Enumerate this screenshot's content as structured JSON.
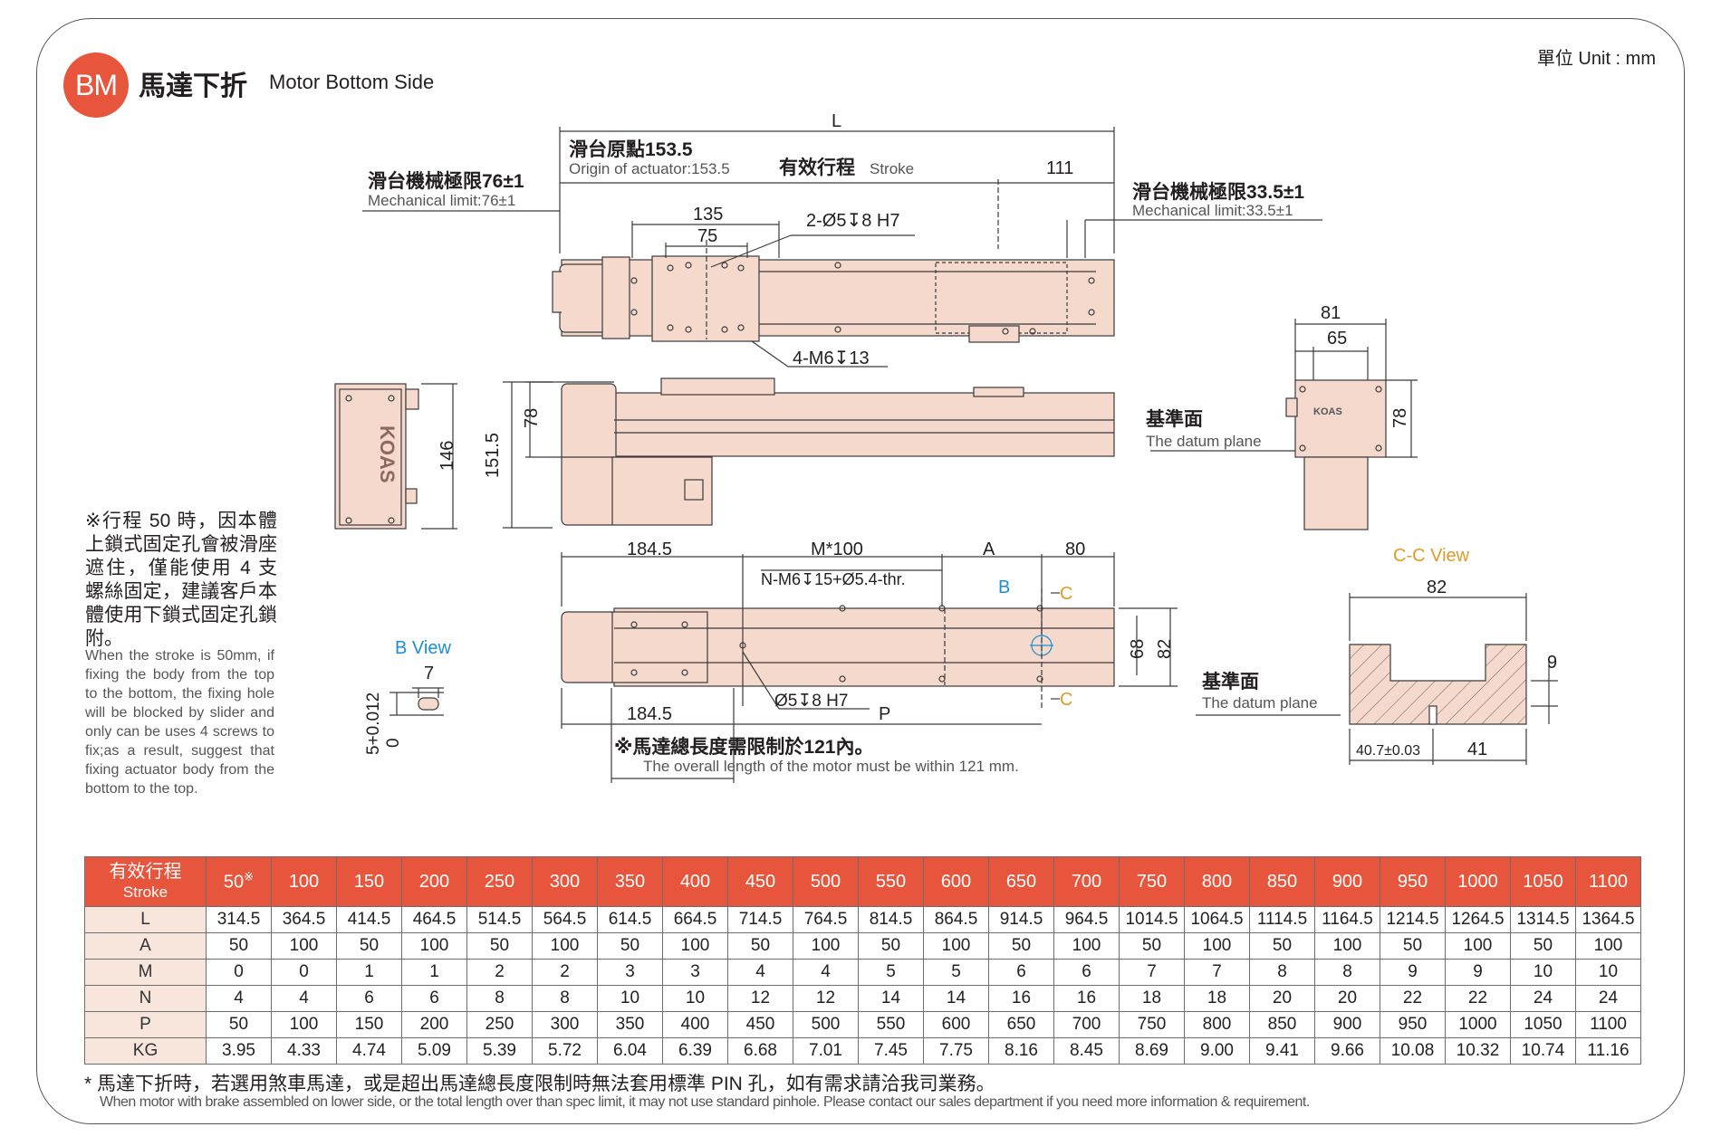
{
  "header": {
    "badge": "BM",
    "title_zh": "馬達下折",
    "title_en": "Motor Bottom Side",
    "unit": "單位 Unit : mm"
  },
  "drawing": {
    "dim_L": "L",
    "origin_zh": "滑台原點153.5",
    "origin_en": "Origin of actuator:153.5",
    "stroke_zh": "有效行程",
    "stroke_en": "Stroke",
    "dim_111": "111",
    "mech_left_zh": "滑台機械極限76±1",
    "mech_left_en": "Mechanical limit:76±1",
    "mech_right_zh": "滑台機械極限33.5±1",
    "mech_right_en": "Mechanical limit:33.5±1",
    "dim_135": "135",
    "dim_75": "75",
    "hole_2": "2-Ø5↧8 H7",
    "hole_4": "4-M6↧13",
    "dim_146": "146",
    "dim_151_5": "151.5",
    "dim_78_side": "78",
    "datum_zh": "基準面",
    "datum_en": "The datum plane",
    "dim_81": "81",
    "dim_65": "65",
    "dim_78_end": "78",
    "dim_184_5_top": "184.5",
    "dim_M100": "M*100",
    "dim_A": "A",
    "dim_80": "80",
    "hole_N": "N-M6↧15+Ø5.4-thr.",
    "mark_B": "B",
    "mark_C1": "C",
    "mark_C2": "C",
    "dim_68": "68",
    "dim_82_side": "82",
    "dim_184_5_bot": "184.5",
    "hole_pin": "Ø5↧8 H7",
    "dim_P": "P",
    "motor_note_zh": "※馬達總長度需限制於121內。",
    "motor_note_en": "The overall length of the motor must be within 121 mm.",
    "bview_title": "B View",
    "bview_7": "7",
    "bview_tol": "5+0.012",
    "bview_0": "0",
    "ccview_title": "C-C View",
    "cc_82": "82",
    "cc_9": "9",
    "cc_40_7": "40.7±0.03",
    "cc_41": "41",
    "logo": "KOAS"
  },
  "notes": {
    "zh": "※行程 50 時，因本體上鎖式固定孔會被滑座遮住，僅能使用 4 支螺絲固定，建議客戶本體使用下鎖式固定孔鎖附。",
    "en": "When the stroke is 50mm, if fixing the body from the top to the bottom, the fixing hole will be blocked by slider and only can be uses 4 screws to fix;as a result, suggest that fixing actuator body from the bottom to the top."
  },
  "table": {
    "stroke_label_zh": "有效行程",
    "stroke_label_en": "Stroke",
    "first_mark": "※",
    "strokes": [
      "50",
      "100",
      "150",
      "200",
      "250",
      "300",
      "350",
      "400",
      "450",
      "500",
      "550",
      "600",
      "650",
      "700",
      "750",
      "800",
      "850",
      "900",
      "950",
      "1000",
      "1050",
      "1100"
    ],
    "rows": [
      {
        "label": "L",
        "values": [
          "314.5",
          "364.5",
          "414.5",
          "464.5",
          "514.5",
          "564.5",
          "614.5",
          "664.5",
          "714.5",
          "764.5",
          "814.5",
          "864.5",
          "914.5",
          "964.5",
          "1014.5",
          "1064.5",
          "1114.5",
          "1164.5",
          "1214.5",
          "1264.5",
          "1314.5",
          "1364.5"
        ]
      },
      {
        "label": "A",
        "values": [
          "50",
          "100",
          "50",
          "100",
          "50",
          "100",
          "50",
          "100",
          "50",
          "100",
          "50",
          "100",
          "50",
          "100",
          "50",
          "100",
          "50",
          "100",
          "50",
          "100",
          "50",
          "100"
        ]
      },
      {
        "label": "M",
        "values": [
          "0",
          "0",
          "1",
          "1",
          "2",
          "2",
          "3",
          "3",
          "4",
          "4",
          "5",
          "5",
          "6",
          "6",
          "7",
          "7",
          "8",
          "8",
          "9",
          "9",
          "10",
          "10"
        ]
      },
      {
        "label": "N",
        "values": [
          "4",
          "4",
          "6",
          "6",
          "8",
          "8",
          "10",
          "10",
          "12",
          "12",
          "14",
          "14",
          "16",
          "16",
          "18",
          "18",
          "20",
          "20",
          "22",
          "22",
          "24",
          "24"
        ]
      },
      {
        "label": "P",
        "values": [
          "50",
          "100",
          "150",
          "200",
          "250",
          "300",
          "350",
          "400",
          "450",
          "500",
          "550",
          "600",
          "650",
          "700",
          "750",
          "800",
          "850",
          "900",
          "950",
          "1000",
          "1050",
          "1100"
        ]
      },
      {
        "label": "KG",
        "values": [
          "3.95",
          "4.33",
          "4.74",
          "5.09",
          "5.39",
          "5.72",
          "6.04",
          "6.39",
          "6.68",
          "7.01",
          "7.45",
          "7.75",
          "8.16",
          "8.45",
          "8.69",
          "9.00",
          "9.41",
          "9.66",
          "10.08",
          "10.32",
          "10.74",
          "11.16"
        ]
      }
    ]
  },
  "footnote": {
    "zh": "* 馬達下折時，若選用煞車馬達，或是超出馬達總長度限制時無法套用標準 PIN 孔，如有需求請洽我司業務。",
    "en": "When motor with brake assembled on lower side, or the total length over than spec limit, it may not use standard pinhole. Please contact our sales department if you need more information & requirement."
  },
  "colors": {
    "accent": "#e8553d",
    "body_fill": "#f5d9cc",
    "row_header": "#f8e5dc",
    "cview": "#e39a2b",
    "bview": "#1c8fd1"
  }
}
